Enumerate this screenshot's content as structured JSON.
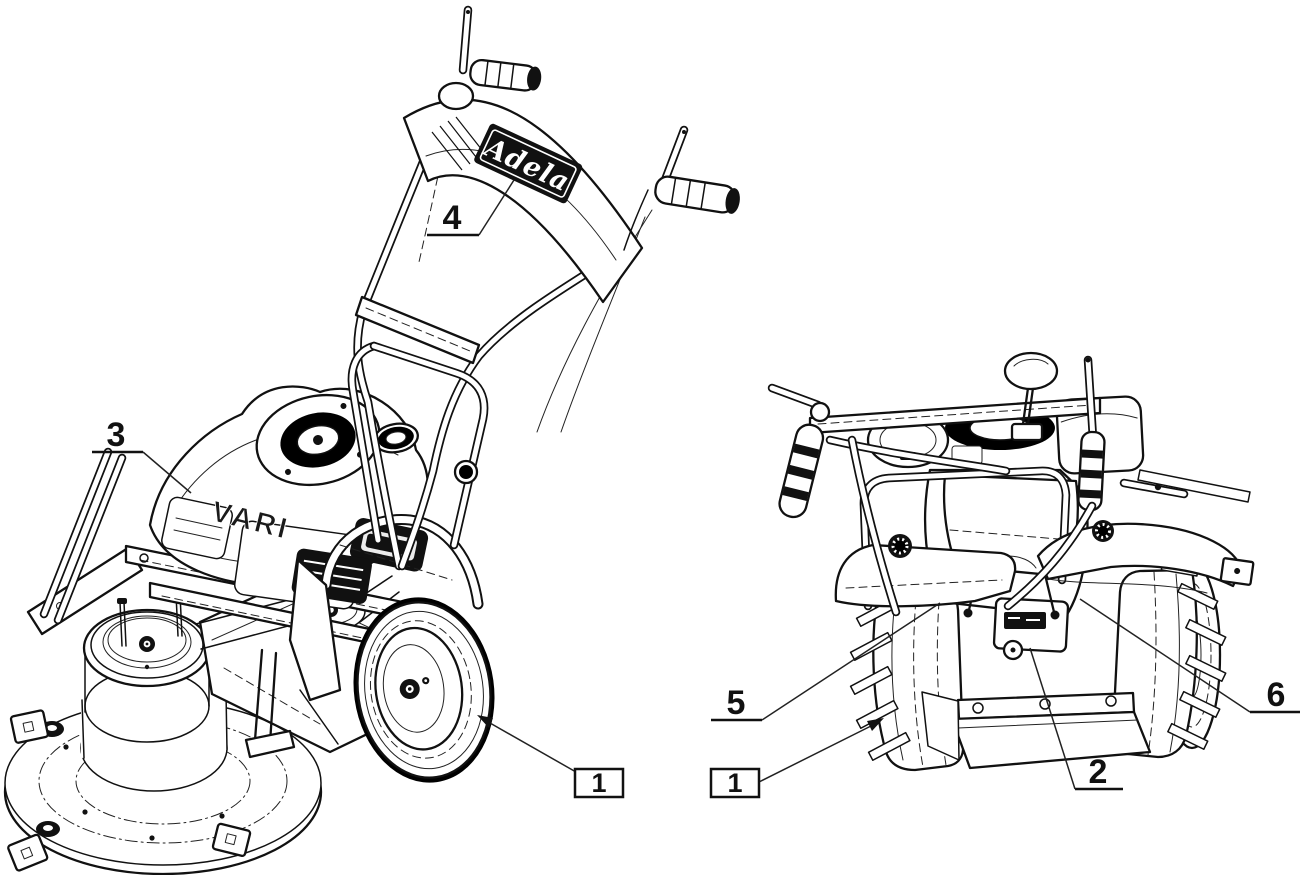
{
  "figure": {
    "background_color": "#ffffff",
    "line_color": "#111111",
    "brand_logo_text": "Adela",
    "engine_text": "VARI",
    "views": {
      "left": "isometric-front-left",
      "right": "rear"
    },
    "callouts": {
      "c1_left": {
        "label": "1",
        "style": "boxed"
      },
      "c1_right": {
        "label": "1",
        "style": "boxed"
      },
      "c2": {
        "label": "2",
        "style": "underlined"
      },
      "c3": {
        "label": "3",
        "style": "underlined"
      },
      "c4": {
        "label": "4",
        "style": "underlined"
      },
      "c5": {
        "label": "5",
        "style": "underlined"
      },
      "c6": {
        "label": "6",
        "style": "underlined"
      }
    }
  }
}
